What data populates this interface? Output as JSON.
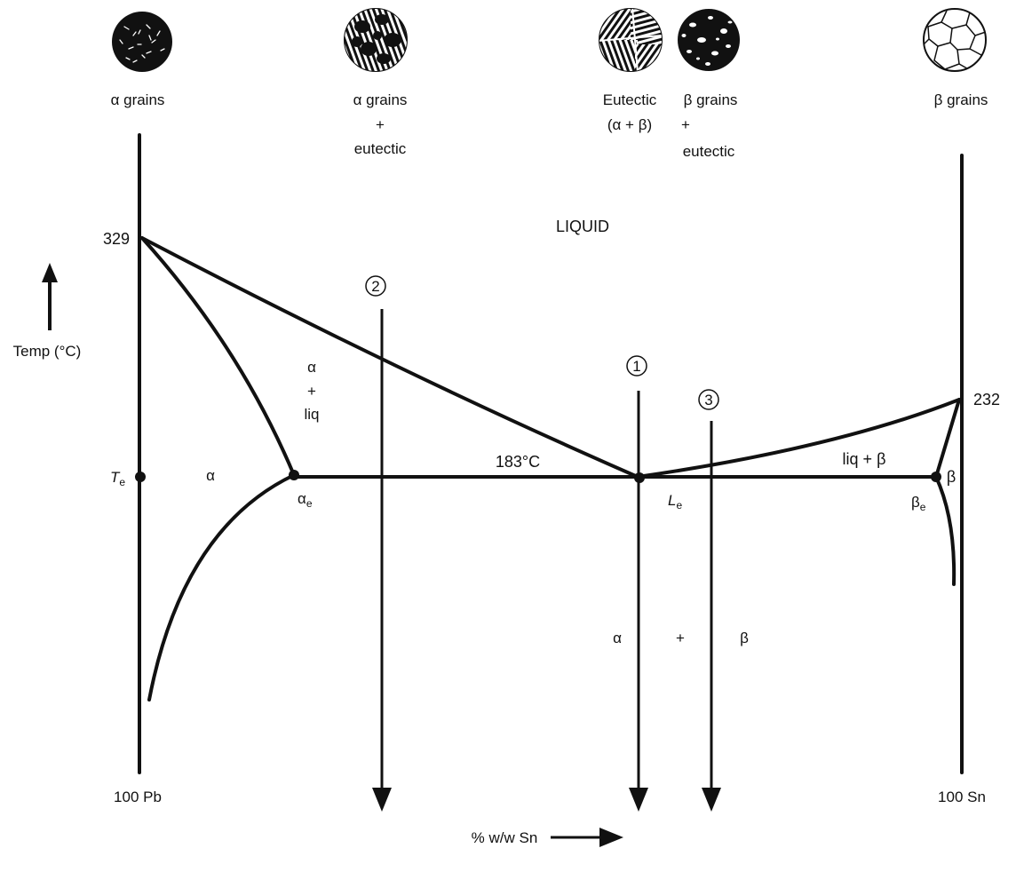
{
  "microstructures": [
    {
      "id": "alpha",
      "lines": [
        "α grains"
      ],
      "style": "dark-fine"
    },
    {
      "id": "alpha-eutectic",
      "lines": [
        "α grains",
        "+",
        "eutectic"
      ],
      "style": "mixed"
    },
    {
      "id": "eutectic",
      "lines": [
        "Eutectic",
        "(α + β)"
      ],
      "style": "lamellar"
    },
    {
      "id": "beta-eutectic",
      "lines": [
        "β grains",
        "+",
        "eutectic"
      ],
      "style": "dark-spotted"
    },
    {
      "id": "beta",
      "lines": [
        "β grains"
      ],
      "style": "white-cells"
    }
  ],
  "axes": {
    "y_label": "Temp (°C)",
    "x_label": "% w/w Sn",
    "left_end": "100 Pb",
    "right_end": "100 Sn"
  },
  "temperatures": {
    "pb_melt": "329",
    "sn_melt": "232",
    "eutectic_symbol": "T",
    "eutectic_symbol_sub": "e",
    "eutectic_line": "183°C"
  },
  "regions": {
    "liquid": "LIQUID",
    "alpha_liq": [
      "α",
      "+",
      "liq"
    ],
    "alpha": "α",
    "liq_beta": "liq + β",
    "beta": "β",
    "alpha_beta": {
      "alpha": "α",
      "plus": "+",
      "beta": "β"
    }
  },
  "points": {
    "alpha_e": {
      "main": "α",
      "sub": "e"
    },
    "l_e": {
      "main": "L",
      "sub": "e"
    },
    "beta_e": {
      "main": "β",
      "sub": "e"
    }
  },
  "cooling_paths": [
    {
      "number": "1"
    },
    {
      "number": "2"
    },
    {
      "number": "3"
    }
  ],
  "colors": {
    "ink": "#111111",
    "background": "#ffffff"
  }
}
